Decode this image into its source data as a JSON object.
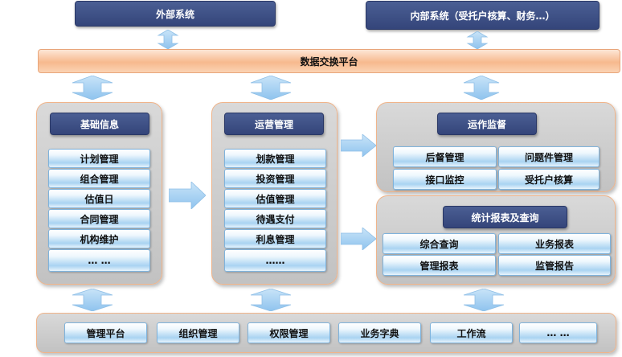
{
  "top": {
    "external": "外部系统",
    "internal": "内部系统（受托户核算、财务…）"
  },
  "exchange": "数据交换平台",
  "basic": {
    "title": "基础信息",
    "items": [
      "计划管理",
      "组合管理",
      "估值日",
      "合同管理",
      "机构维护",
      "… …"
    ]
  },
  "ops": {
    "title": "运营管理",
    "items": [
      "划款管理",
      "投资管理",
      "估值管理",
      "待遇支付",
      "利息管理",
      "……"
    ]
  },
  "monitor": {
    "title": "运作监督",
    "items": [
      "后督管理",
      "问题件管理",
      "接口监控",
      "受托户核算"
    ]
  },
  "stats": {
    "title": "统计报表及查询",
    "items": [
      "综合查询",
      "业务报表",
      "管理报表",
      "监管报告"
    ]
  },
  "bottom": {
    "items": [
      "管理平台",
      "组织管理",
      "权限管理",
      "业务字典",
      "工作流",
      "… …"
    ]
  },
  "colors": {
    "navy": "#3b4c82",
    "arrow": "#a9d2f3",
    "pill_border": "#7fb3dc",
    "panel_border": "#f0b48a",
    "exchange_bar": "#f7b98e"
  }
}
